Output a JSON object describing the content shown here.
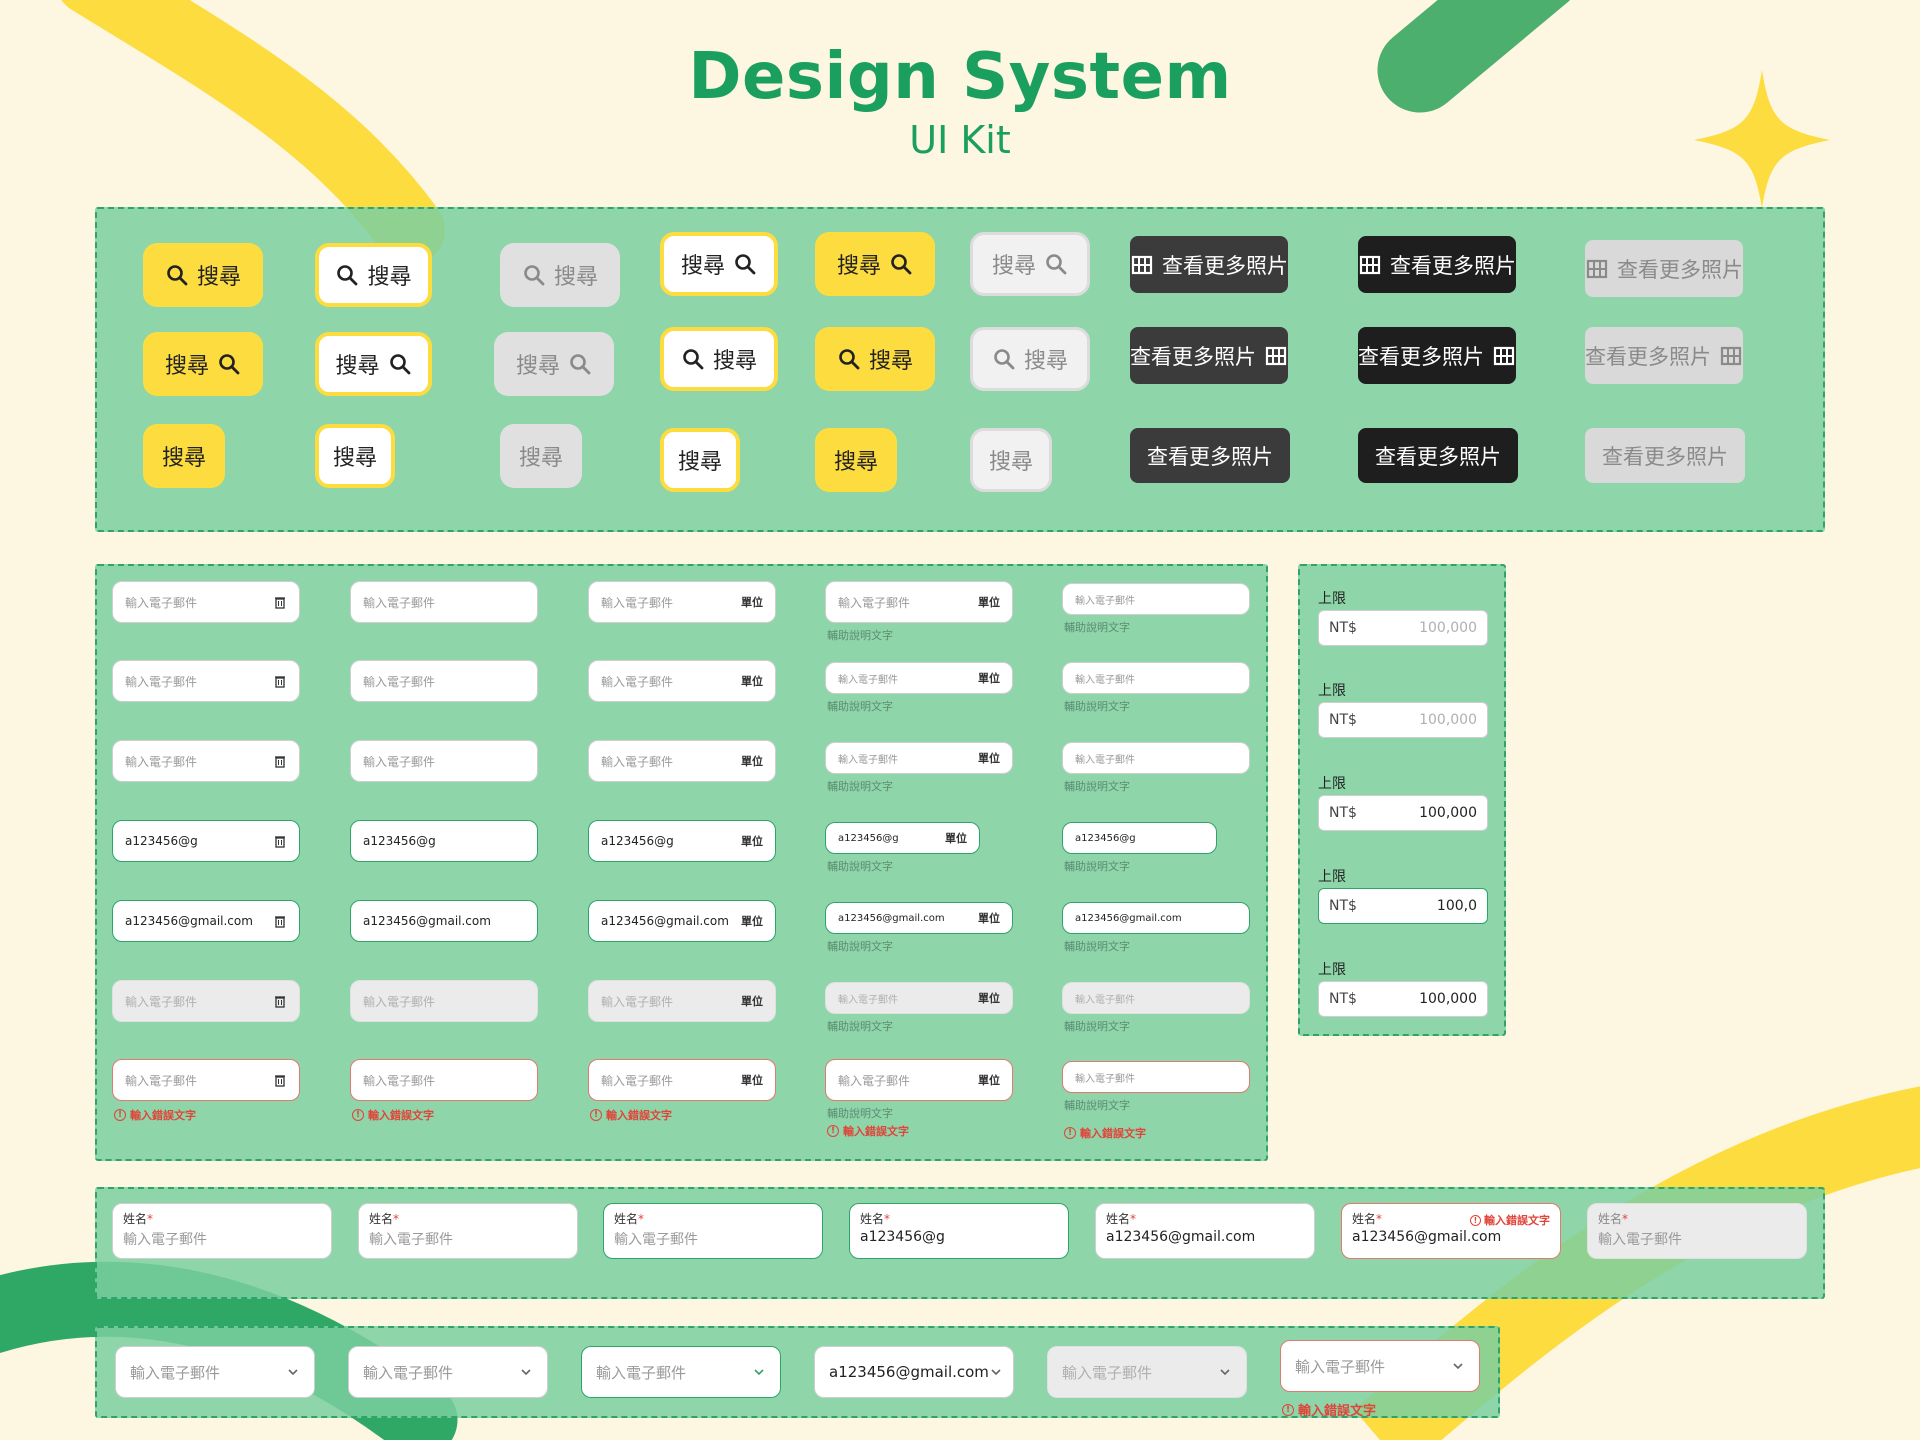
{
  "header": {
    "title": "Design System",
    "subtitle": "UI Kit"
  },
  "buttons": {
    "search": "搜尋",
    "more_photos": "查看更多照片"
  },
  "inputs": {
    "placeholder": "輸入電子郵件",
    "typing": "a123456@g",
    "filled": "a123456@gmail.com",
    "unit": "單位",
    "help": "輔助說明文字",
    "error": "輸入錯誤文字"
  },
  "amounts": {
    "label": "上限",
    "currency": "NT$",
    "values": [
      "100,000",
      "100,000",
      "100,000",
      "100,0",
      "100,000"
    ]
  },
  "labeled_fields": {
    "label": "姓名",
    "required_mark": "*",
    "placeholder": "輸入電子郵件",
    "typing": "a123456@g",
    "filled": "a123456@gmail.com",
    "error": "輸入錯誤文字"
  },
  "selects": {
    "placeholder": "輸入電子郵件",
    "filled": "a123456@gmail.com",
    "error": "輸入錯誤文字"
  },
  "colors": {
    "brand_green": "#1a9f5f",
    "accent_yellow": "#fddc3f",
    "panel_green": "#7acfa0",
    "error": "#e0453a"
  }
}
